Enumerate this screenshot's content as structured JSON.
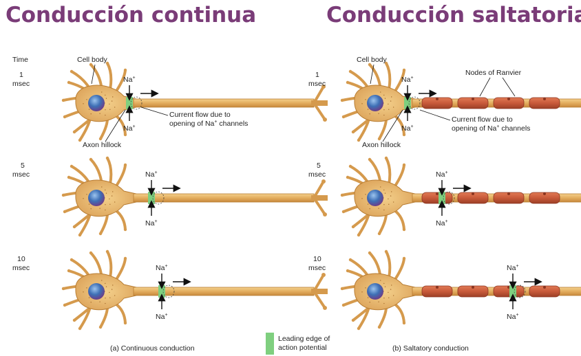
{
  "titles": {
    "left": "Conducción continua",
    "right": "Conducción saltatoria"
  },
  "time_header": "Time",
  "times": [
    {
      "num": "1",
      "unit": "msec"
    },
    {
      "num": "5",
      "unit": "msec"
    },
    {
      "num": "10",
      "unit": "msec"
    }
  ],
  "labels": {
    "cell_body": "Cell body",
    "axon_hillock": "Axon hillock",
    "nodes_of_ranvier": "Nodes of Ranvier",
    "current_flow_line1": "Current flow due to",
    "current_flow_line2": "opening of Na",
    "current_flow_line2_sup": "+",
    "current_flow_line2_end": " channels",
    "na": "Na",
    "na_sup": "+"
  },
  "captions": {
    "left": "(a) Continuous conduction",
    "right": "(b) Saltatory conduction",
    "legend_line1": "Leading edge of",
    "legend_line2": "action potential"
  },
  "colors": {
    "title": "#7a3c78",
    "neuron_fill": "#e9b765",
    "neuron_stroke": "#b87d33",
    "nucleus": "#3d6fb5",
    "myelin": "#c85a3a",
    "action_potential": "#7fcf7f",
    "arrow": "#111111"
  }
}
